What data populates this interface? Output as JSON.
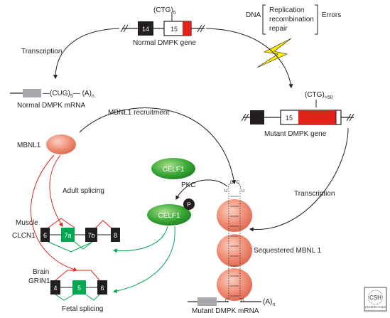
{
  "normal_gene": {
    "repeat": "(CTG)",
    "repeat_sub": "5",
    "exon_a": "14",
    "exon_b": "15",
    "caption": "Normal DMPK gene"
  },
  "dna_errors": {
    "prefix": "DNA",
    "line1": "Replication",
    "line2": "recombination",
    "line3": "repair",
    "suffix": "Errors"
  },
  "transcription_left": "Transcription",
  "normal_mrna": {
    "repeat": "—(CUG)",
    "repeat_sub": "5",
    "tail": "— (A)",
    "tail_sub": "n",
    "caption": "Normal DMPK mRNA"
  },
  "mbnl1_recruitment": "MBNL1 recruitment",
  "mutant_gene": {
    "repeat": "(CTG)",
    "repeat_sub": ">50",
    "exon": "15",
    "caption": "Mutant DMPK gene"
  },
  "mbnl1_label": "MBNL1",
  "celf1_top": "CELF1",
  "pkc": "PKC",
  "phospho": "P",
  "celf1_mid": "CELF1",
  "adult_splicing": "Adult splicing",
  "transcription_right": "Transcription",
  "muscle": {
    "tissue": "Muscle",
    "gene": "CLCN1",
    "exons": [
      "6",
      "7a",
      "7b",
      "8"
    ]
  },
  "sequestered": "Sequestered MBNL 1",
  "brain": {
    "tissue": "Brain",
    "gene": "GRIN1",
    "exons": [
      "4",
      "5",
      "6"
    ]
  },
  "fetal_splicing": "Fetal splicing",
  "mutant_mrna": {
    "caption": "Mutant  DMPK mRNA",
    "tail": "(A)",
    "tail_sub": "n"
  },
  "hairpin_loop": [
    "U",
    "G",
    "C",
    "U"
  ],
  "hairpin_pair": [
    "C",
    "G"
  ],
  "logo": "CSH Perspectives",
  "colors": {
    "exon_black": "#231f20",
    "repeat_red": "#e2231a",
    "exon_green": "#00a651",
    "protein_green": "#3aa935",
    "mbnl_salmon": "#f08b73",
    "arrow_red": "#e2231a",
    "arrow_green": "#00a651",
    "bolt_yellow": "#ffec00"
  }
}
